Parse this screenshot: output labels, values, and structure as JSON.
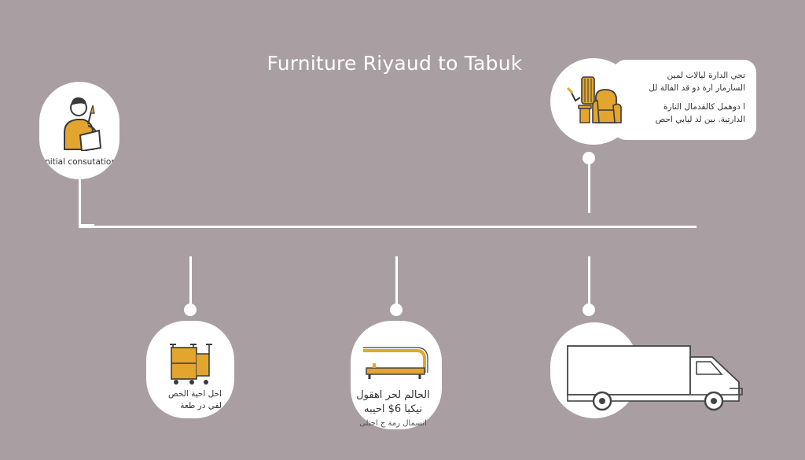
{
  "title": "Furniture Riyaud to Tabuk",
  "steps": [
    {
      "label": "Initial consutation",
      "icon": "person-writing-icon"
    },
    {
      "icon": "armchair-lamp-icon",
      "lines": [
        "تجي الدارة ليالات لمين",
        "السارمار ارة دو قد الفالة لل",
        "ا دوهمل كالقدمال النارة",
        "الدارتية. بين لد ليابي احص"
      ]
    },
    {
      "icon": "cart-trolley-icon",
      "lines": [
        "احل احية الخص",
        "لفي در طعة"
      ]
    },
    {
      "icon": "bench-icon",
      "lines": [
        "الحالم لحر اهقول",
        "نيكبا 6$ احيبه",
        "انسمال رمة ج احتلى"
      ]
    },
    {
      "icon": "truck-icon"
    }
  ],
  "colors": {
    "background": "#a99fa3",
    "accent": "#e2a52e",
    "line": "#ffffff"
  }
}
